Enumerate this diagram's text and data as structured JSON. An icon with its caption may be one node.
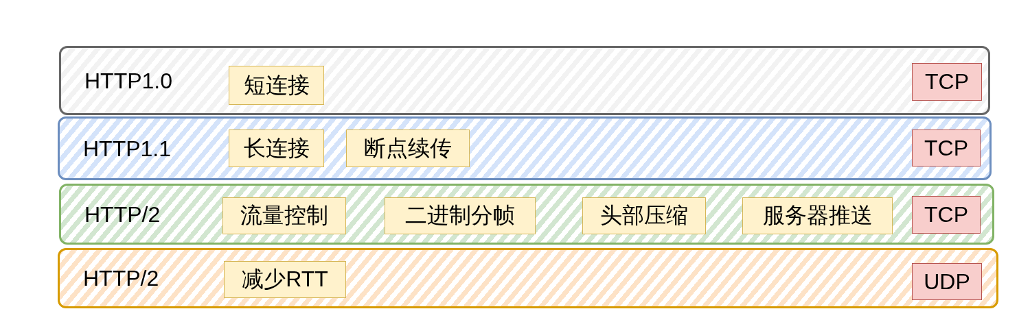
{
  "diagram": {
    "nodes": [
      {
        "text": [
          "HTTP1.0"
        ]
      },
      {
        "text": [
          "短连接"
        ],
        "in": 0
      },
      {
        "text": [
          "TCP"
        ],
        "in": 0
      },
      {
        "text": [
          "HTTP1.1"
        ]
      },
      {
        "text": [
          "长连接"
        ],
        "in": 3
      },
      {
        "text": [
          "断点续传"
        ],
        "in": 3
      },
      {
        "text": [
          "TCP"
        ],
        "in": 3
      },
      {
        "text": [
          "HTTP/2"
        ]
      },
      {
        "text": [
          "流量控制"
        ],
        "in": 7
      },
      {
        "text": [
          "二进制分帧"
        ],
        "in": 7
      },
      {
        "text": [
          "头部压缩"
        ],
        "in": 7
      },
      {
        "text": [
          "服务器推送"
        ],
        "in": 7
      },
      {
        "text": [
          "TCP"
        ],
        "in": 7
      },
      {
        "text": [
          "HTTP/2"
        ]
      },
      {
        "text": [
          "减少RTT"
        ],
        "in": 13
      },
      {
        "text": [
          "UDP"
        ],
        "in": 13
      }
    ]
  }
}
